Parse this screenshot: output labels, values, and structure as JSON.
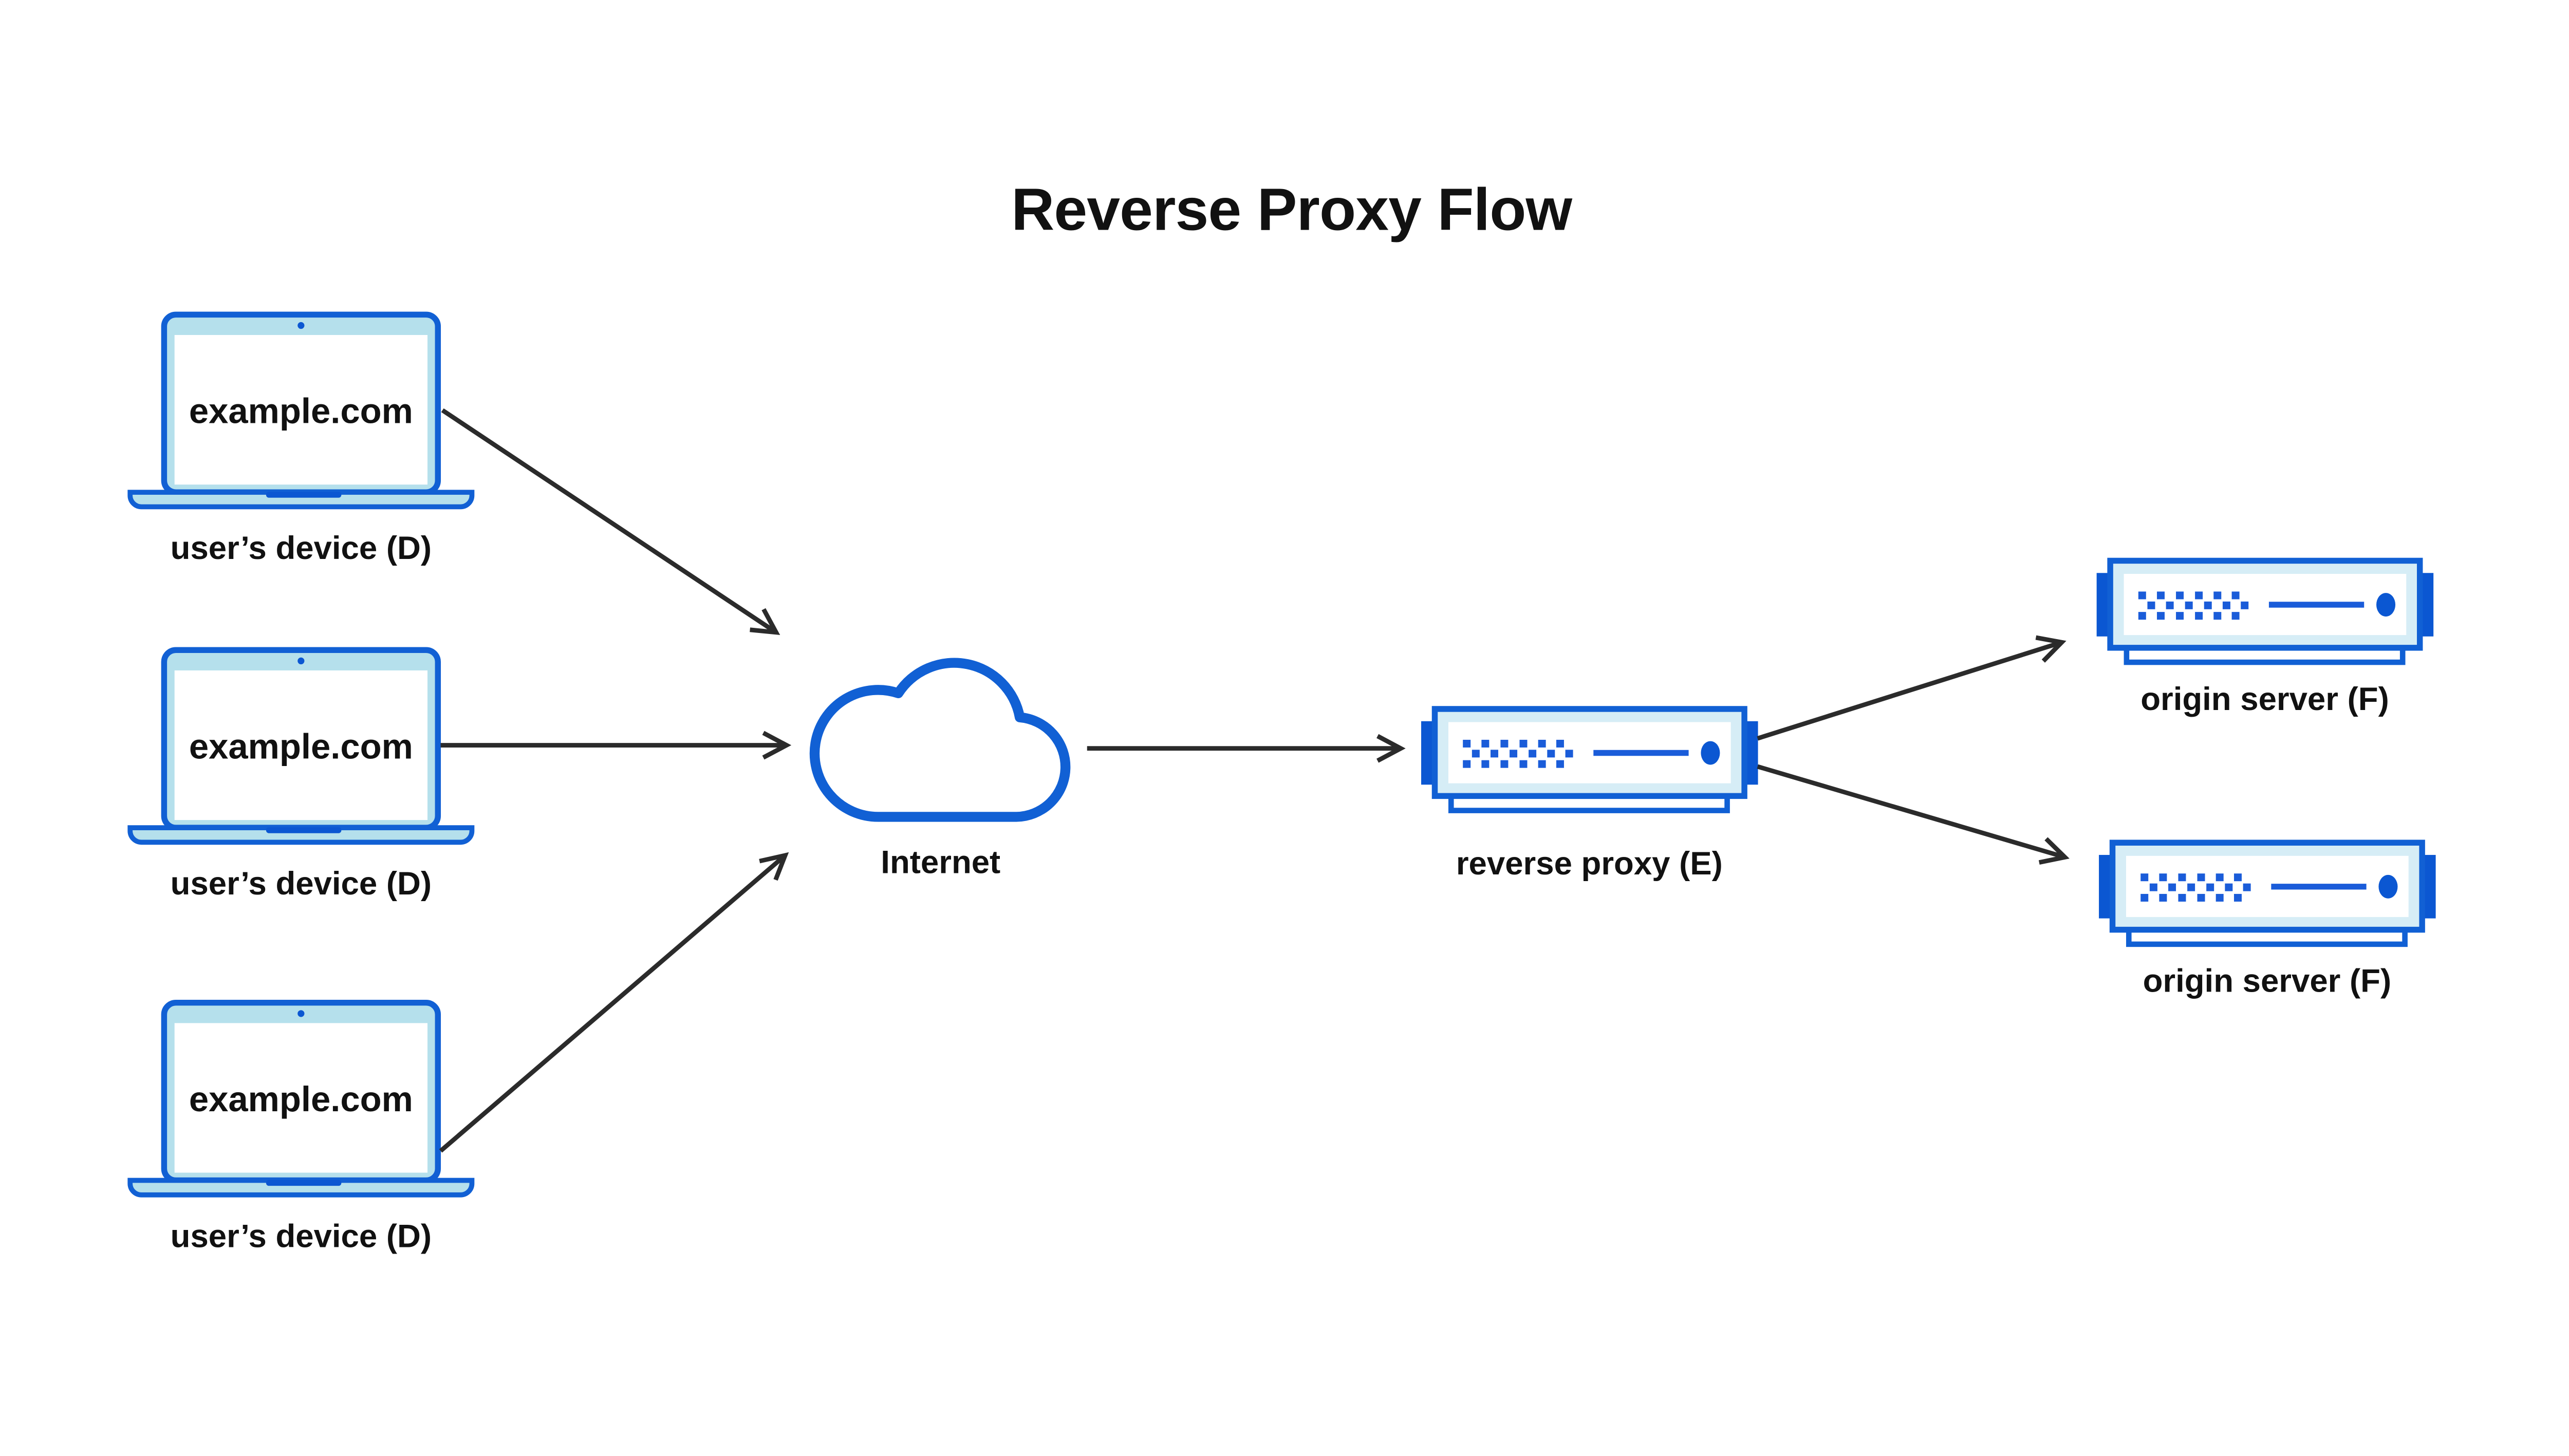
{
  "title": "Reverse Proxy Flow",
  "nodes": {
    "devices": [
      {
        "screen": "example.com",
        "label": "user’s device (D)"
      },
      {
        "screen": "example.com",
        "label": "user’s device (D)"
      },
      {
        "screen": "example.com",
        "label": "user’s device (D)"
      }
    ],
    "internet": {
      "label": "Internet"
    },
    "reverse_proxy": {
      "label": "reverse proxy (E)"
    },
    "origins": [
      {
        "label": "origin server (F)"
      },
      {
        "label": "origin server (F)"
      }
    ]
  },
  "colors": {
    "accent": "#1160d4",
    "solid": "#0b57d2",
    "dots": "#1a5cd9",
    "laptop_bezel": "#b5e0ec",
    "server_bezel": "#d6edf6",
    "arrow": "#2b2b2b",
    "text": "#111111",
    "background": "#ffffff"
  }
}
